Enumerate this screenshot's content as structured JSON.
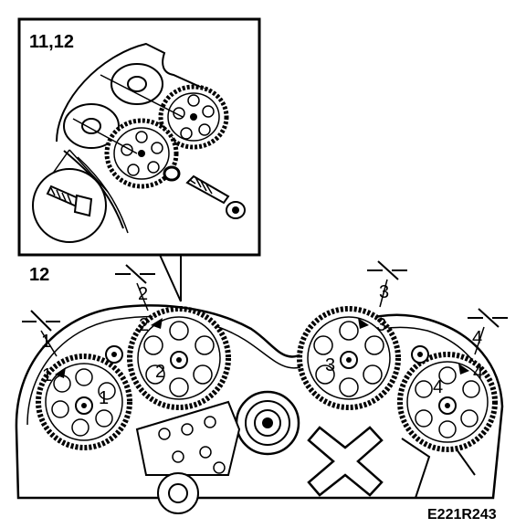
{
  "inset": {
    "label": "11,12"
  },
  "main": {
    "label": "12"
  },
  "markers": {
    "m1_top": "1",
    "m2_top": "2",
    "m3_top": "3",
    "m4_top": "4",
    "m1_gear": "1",
    "m2_gear": "2",
    "m3_gear": "3",
    "m4_gear": "4",
    "m1_hub": "1",
    "m2_hub": "2",
    "m3_hub": "3",
    "m4_hub": "4"
  },
  "figure_code": "E221R243",
  "colors": {
    "ink": "#000000",
    "paper": "#ffffff"
  }
}
